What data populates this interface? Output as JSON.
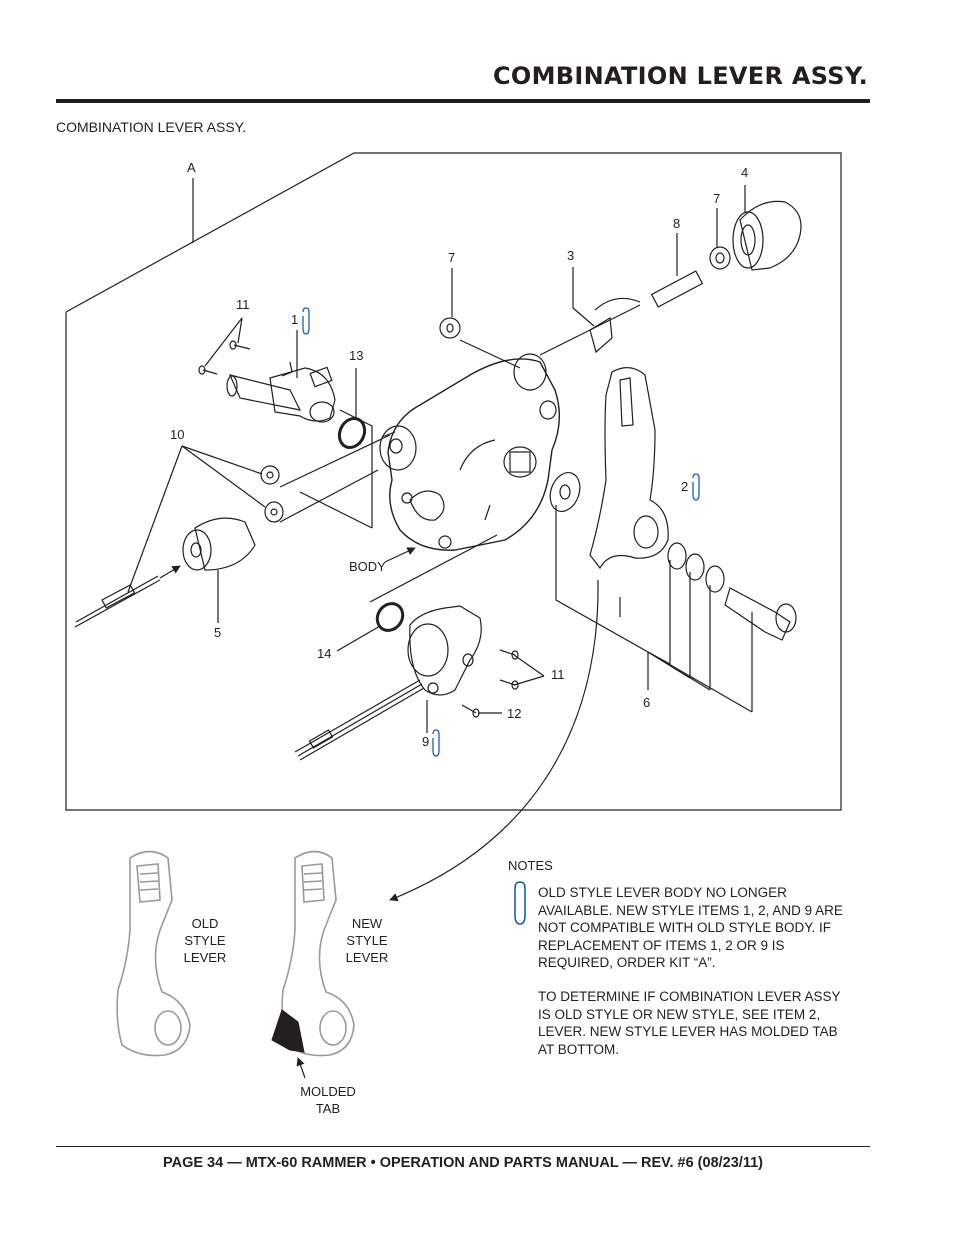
{
  "header": {
    "title": "COMBINATION LEVER ASSY."
  },
  "section": {
    "title": "COMBINATION LEVER ASSY."
  },
  "diagram": {
    "kit_label": "A",
    "callouts": {
      "c1": "1",
      "c2": "2",
      "c3": "3",
      "c4": "4",
      "c5": "5",
      "c6": "6",
      "c7a": "7",
      "c7b": "7",
      "c8": "8",
      "c9": "9",
      "c10": "10",
      "c11a": "11",
      "c11b": "11",
      "c12": "12",
      "c13": "13",
      "c14": "14"
    },
    "body_label": "BODY"
  },
  "levers": {
    "old_label": [
      "OLD",
      "STYLE",
      "LEVER"
    ],
    "new_label": [
      "NEW",
      "STYLE",
      "LEVER"
    ],
    "tab_label": [
      "MOLDED",
      "TAB"
    ]
  },
  "notes": {
    "heading": "NOTES",
    "paragraph1": "OLD STYLE LEVER BODY NO LONGER AVAILABLE. NEW STYLE ITEMS 1, 2, AND 9 ARE NOT COMPATIBLE WITH OLD STYLE BODY. IF REPLACEMENT OF ITEMS 1, 2 OR 9 IS REQUIRED, ORDER KIT “A”.",
    "paragraph2": "TO DETERMINE IF COMBINATION LEVER ASSY IS OLD STYLE OR NEW STYLE, SEE ITEM 2, LEVER. NEW STYLE LEVER HAS MOLDED TAB AT BOTTOM."
  },
  "footer": {
    "text": "PAGE 34 — MTX-60 RAMMER • OPERATION AND PARTS MANUAL — REV. #6 (08/23/11)"
  },
  "colors": {
    "ink": "#231f20",
    "clip_icon": "#1d5fa8",
    "lever_outline": "#9a9a9a"
  }
}
